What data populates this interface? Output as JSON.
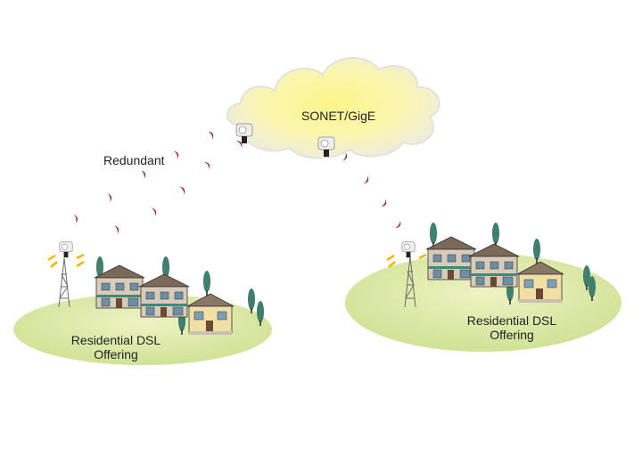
{
  "cloud": {
    "label": "SONET/GigE"
  },
  "labels": {
    "redundant": "Redundant",
    "left_site": [
      "Residential DSL",
      "Offering"
    ],
    "right_site": [
      "Residential DSL",
      "Offering"
    ]
  },
  "colors": {
    "cloud_fill": "#fbf6b0",
    "cloud_edge": "#ece8dc",
    "hill": "#dfeaa6",
    "wave": "#b01020",
    "spark": "#f4b400",
    "tower": "#6a6a6a"
  }
}
